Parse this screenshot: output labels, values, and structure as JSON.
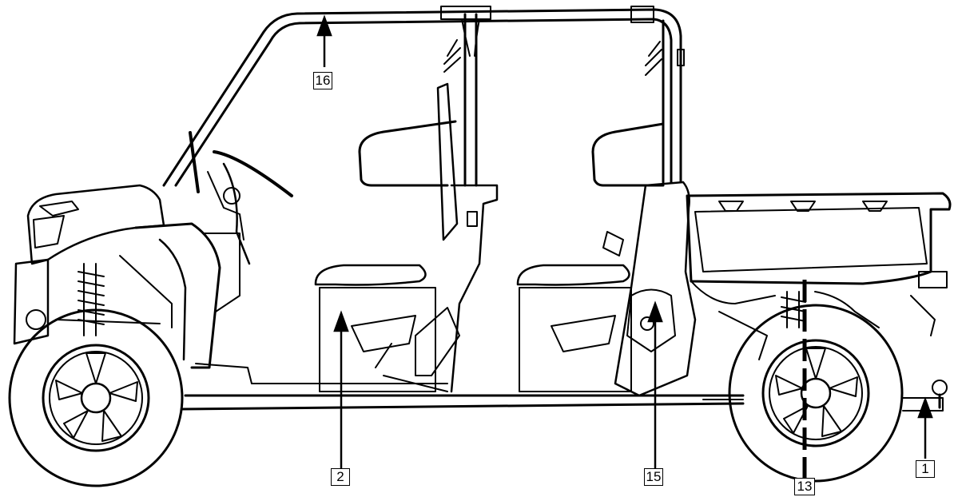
{
  "callouts": {
    "c16": "16",
    "c2": "2",
    "c15": "15",
    "c13": "13",
    "c1": "1"
  },
  "colors": {
    "line": "#000000",
    "background": "#ffffff"
  }
}
